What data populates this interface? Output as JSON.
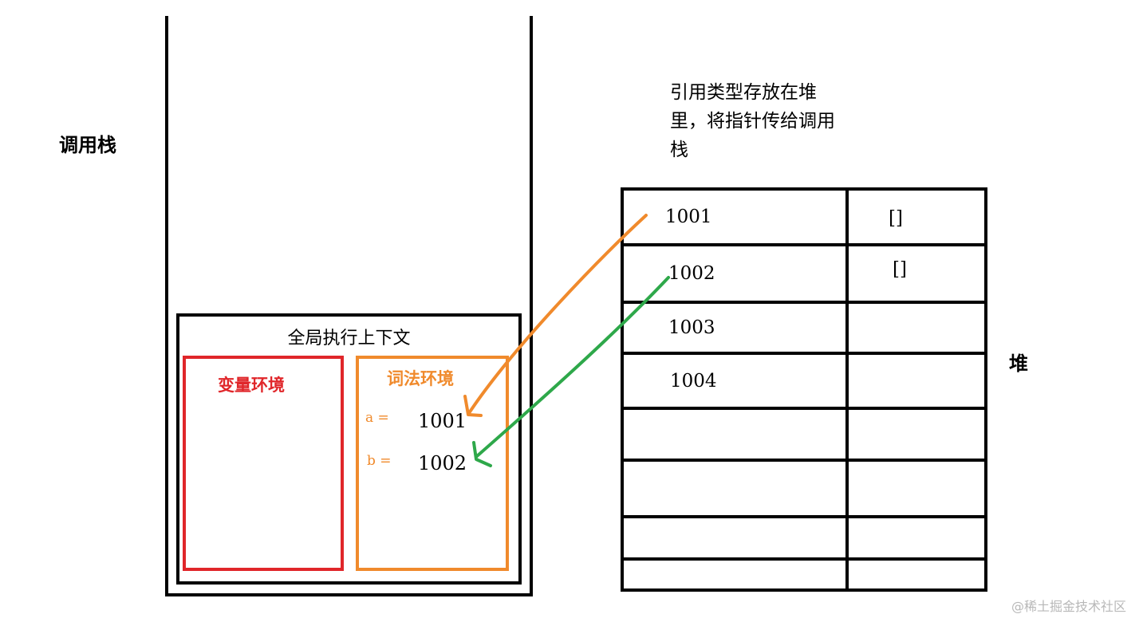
{
  "call_stack": {
    "label": "调用栈",
    "global_context": {
      "title": "全局执行上下文",
      "variable_env": {
        "title": "变量环境"
      },
      "lexical_env": {
        "title": "词法环境",
        "entries": [
          {
            "name": "a =",
            "value": "1001"
          },
          {
            "name": "b =",
            "value": "1002"
          }
        ]
      }
    }
  },
  "heap": {
    "label": "堆",
    "note": [
      "引用类型存放在堆",
      "里，将指针传给调用",
      "栈"
    ],
    "rows": [
      {
        "address": "1001",
        "value": "[]"
      },
      {
        "address": "1002",
        "value": "[]"
      },
      {
        "address": "1003",
        "value": ""
      },
      {
        "address": "1004",
        "value": ""
      },
      {
        "address": "",
        "value": ""
      },
      {
        "address": "",
        "value": ""
      },
      {
        "address": "",
        "value": ""
      },
      {
        "address": "",
        "value": ""
      }
    ]
  },
  "arrows": [
    {
      "from": "1001",
      "to": "a",
      "color": "#f08a2c"
    },
    {
      "from": "1002",
      "to": "b",
      "color": "#2ea84a"
    }
  ],
  "watermark": "@稀土掘金技术社区"
}
